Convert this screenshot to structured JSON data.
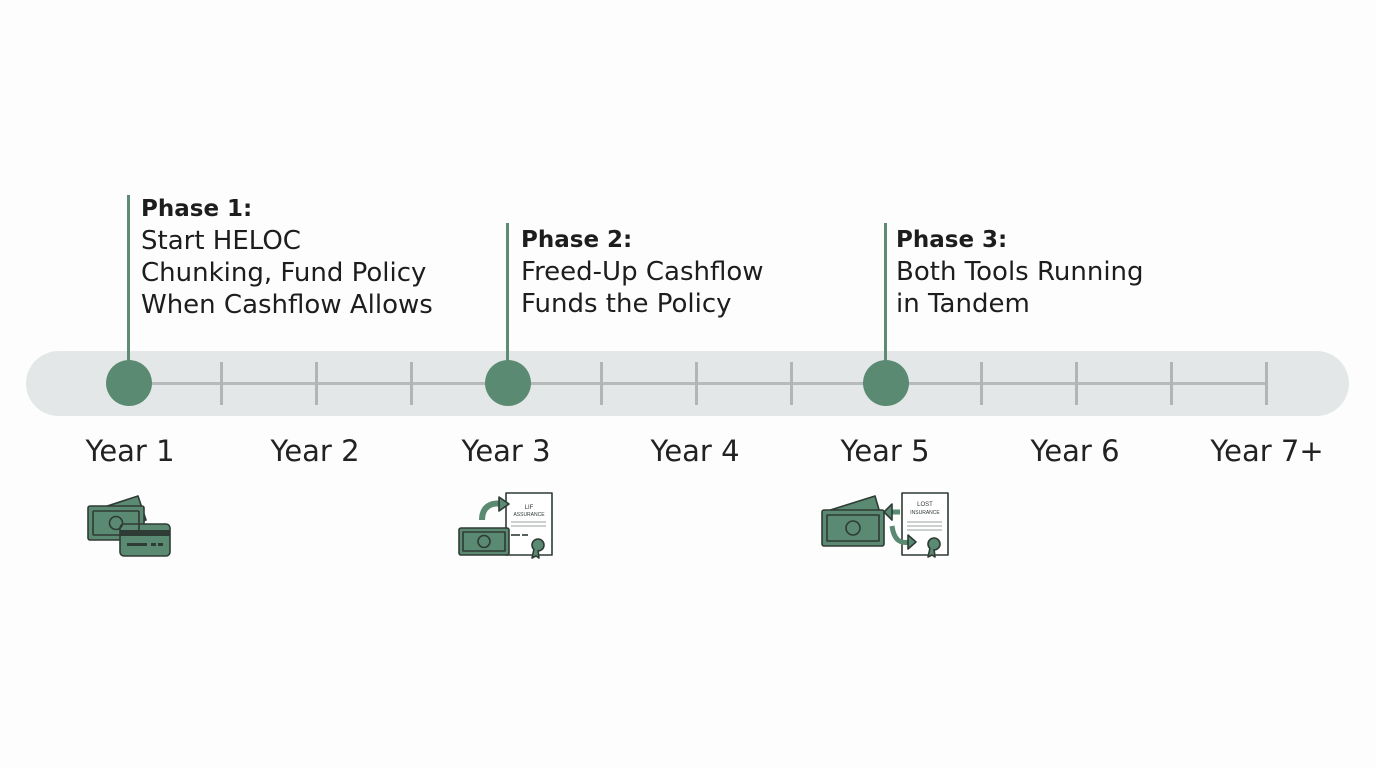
{
  "colors": {
    "accent": "#5a8a71",
    "track": "#e3e7e8",
    "tick": "#b1b5b6",
    "text": "#1d1d1d"
  },
  "phases": [
    {
      "title": "Phase 1:",
      "lines": [
        "Start HELOC",
        "Chunking, Fund Policy",
        "When Cashflow Allows"
      ]
    },
    {
      "title": "Phase 2:",
      "lines": [
        "Freed-Up Cashflow",
        "Funds the Policy"
      ]
    },
    {
      "title": "Phase 3:",
      "lines": [
        "Both Tools Running",
        "in Tandem"
      ]
    }
  ],
  "years": [
    "Year 1",
    "Year 2",
    "Year 3",
    "Year 4",
    "Year 5",
    "Year 6",
    "Year 7+"
  ],
  "icons": [
    {
      "name": "cash-and-card-icon"
    },
    {
      "name": "cash-to-life-insurance-icon",
      "document_text": "LIF ASSURANCE"
    },
    {
      "name": "cash-and-life-insurance-exchange-icon",
      "document_text": "LOST INSURANCE"
    }
  ]
}
